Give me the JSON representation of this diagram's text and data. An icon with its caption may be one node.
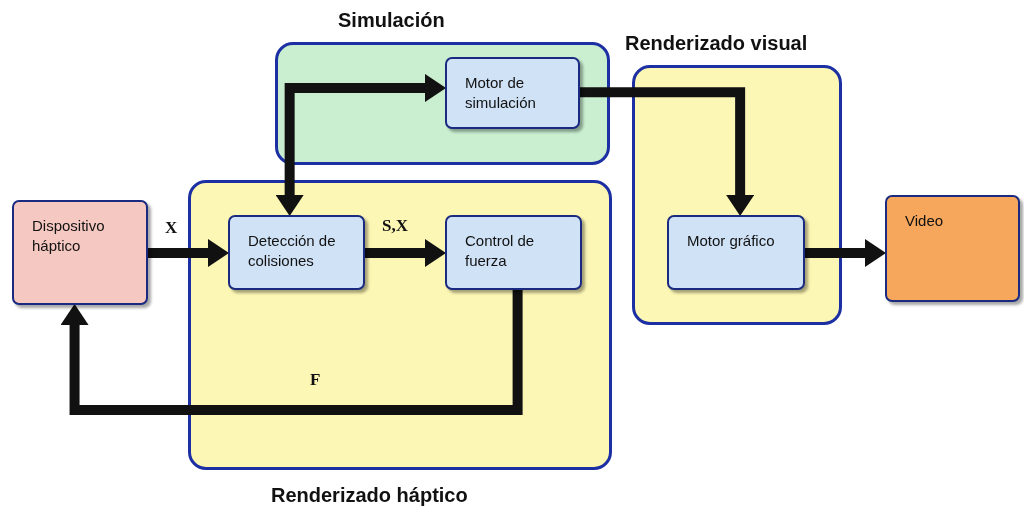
{
  "diagram": {
    "nodes": [
      {
        "text": [
          "Simulación"
        ]
      },
      {
        "text": [
          "Motor de simulación"
        ],
        "in": 0
      },
      {
        "text": [
          "Renderizado háptico"
        ]
      },
      {
        "text": [
          "Detección de colisiones"
        ],
        "in": 2
      },
      {
        "text": [
          "Control de fuerza"
        ],
        "in": 2
      },
      {
        "text": [
          "Renderizado visual"
        ]
      },
      {
        "text": [
          "Motor gráfico"
        ],
        "in": 5
      },
      {
        "text": [
          "Dispositivo háptico"
        ]
      },
      {
        "text": [
          "Video"
        ]
      }
    ],
    "edges": [
      {
        "from": 7,
        "to": 3,
        "arrow": "to",
        "label": "X"
      },
      {
        "from": 3,
        "to": 4,
        "arrow": "to",
        "label": "S,X"
      },
      {
        "from": 4,
        "to": 7,
        "arrow": "to",
        "label": "F"
      },
      {
        "from": 3,
        "to": 1,
        "arrow": "both"
      },
      {
        "from": 1,
        "to": 6,
        "arrow": "to"
      },
      {
        "from": 6,
        "to": 8,
        "arrow": "to"
      }
    ]
  }
}
